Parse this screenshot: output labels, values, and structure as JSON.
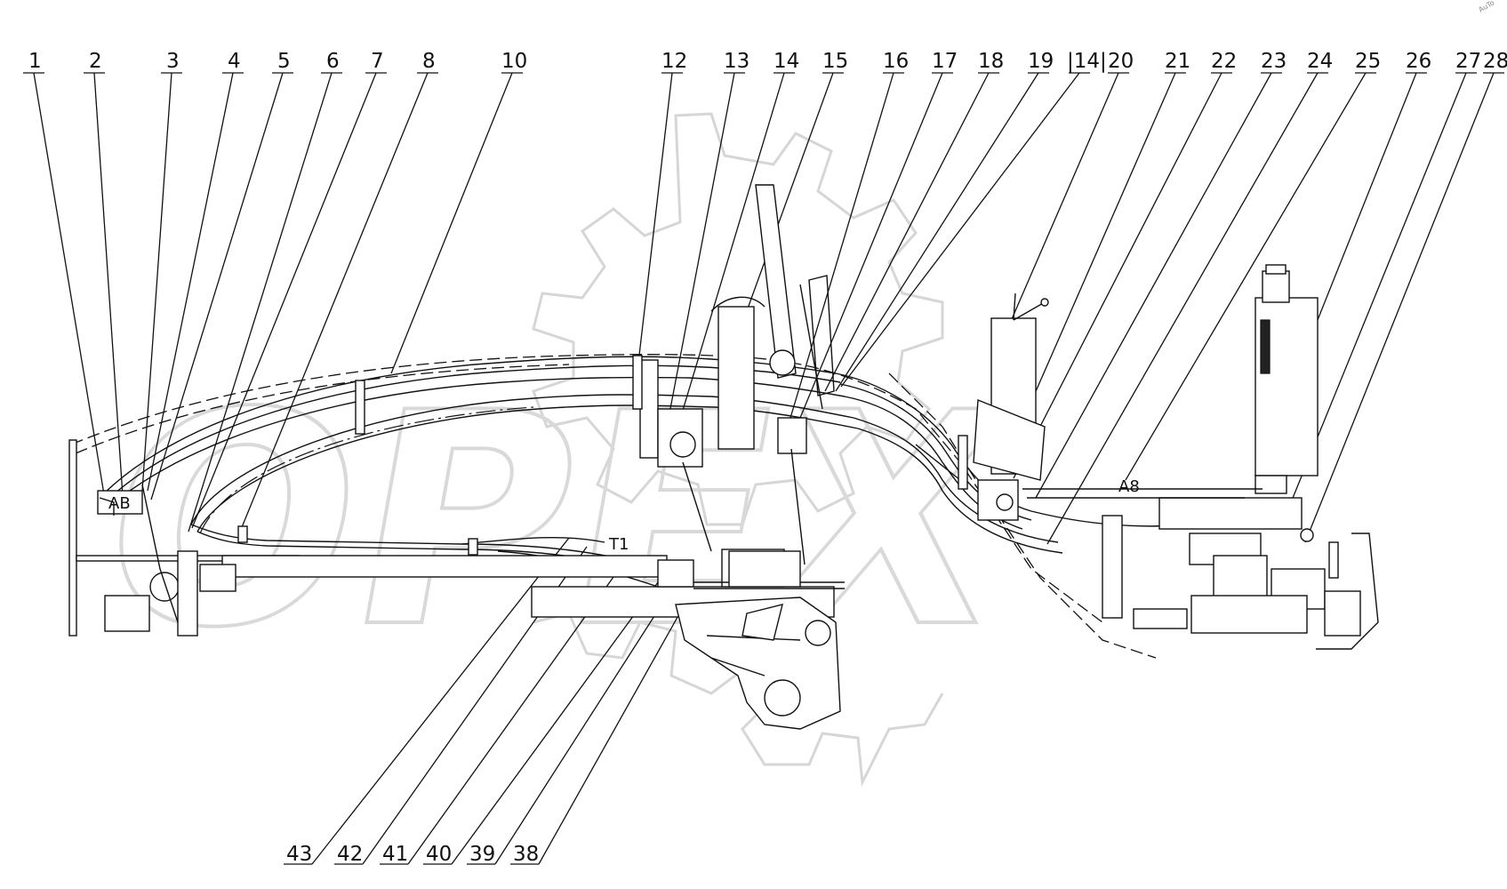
{
  "watermark": "OPEX",
  "corner_mark": "AuTo",
  "callouts_top": [
    "1",
    "2",
    "3",
    "4",
    "5",
    "6",
    "7",
    "8",
    "10",
    "12",
    "13",
    "14",
    "15",
    "16",
    "17",
    "18",
    "19",
    "|14|",
    "20",
    "21",
    "22",
    "23",
    "24",
    "25",
    "26",
    "27",
    "28"
  ],
  "callouts_bottom": [
    "43",
    "42",
    "41",
    "40",
    "39",
    "38"
  ],
  "labels": {
    "a8": "A8",
    "t1": "T1",
    "ab": "AB"
  }
}
